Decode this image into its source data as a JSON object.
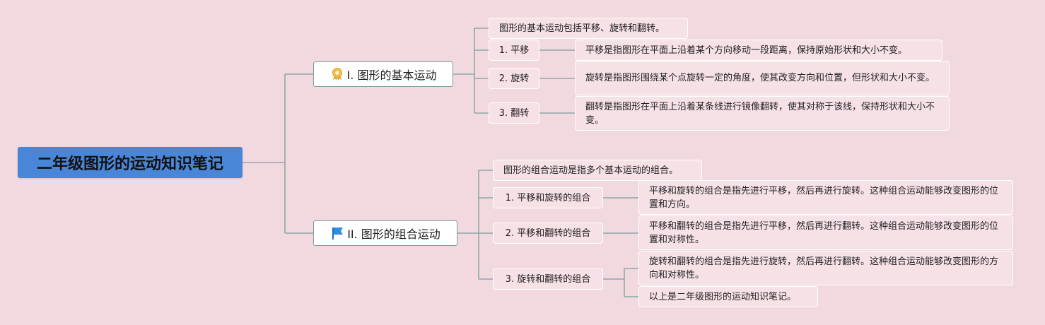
{
  "root": {
    "label": "二年级图形的运动知识笔记"
  },
  "branch1": {
    "label": "I. 图形的基本运动",
    "icon": "award-badge-icon",
    "intro": "图形的基本运动包括平移、旋转和翻转。",
    "items": [
      {
        "label": "1. 平移",
        "detail": "平移是指图形在平面上沿着某个方向移动一段距离，保持原始形状和大小不变。"
      },
      {
        "label": "2. 旋转",
        "detail": "旋转是指图形围绕某个点旋转一定的角度，使其改变方向和位置，但形状和大小不变。"
      },
      {
        "label": "3. 翻转",
        "detail": "翻转是指图形在平面上沿着某条线进行镜像翻转，使其对称于该线，保持形状和大小不变。"
      }
    ]
  },
  "branch2": {
    "label": "II. 图形的组合运动",
    "icon": "flag-icon",
    "intro": "图形的组合运动是指多个基本运动的组合。",
    "items": [
      {
        "label": "1. 平移和旋转的组合",
        "detail": "平移和旋转的组合是指先进行平移，然后再进行旋转。这种组合运动能够改变图形的位置和方向。"
      },
      {
        "label": "2. 平移和翻转的组合",
        "detail": "平移和翻转的组合是指先进行平移，然后再进行翻转。这种组合运动能够改变图形的位置和对称性。"
      },
      {
        "label": "3. 旋转和翻转的组合",
        "detail": "旋转和翻转的组合是指先进行旋转，然后再进行翻转。这种组合运动能够改变图形的方向和对称性。",
        "extra": "以上是二年级图形的运动知识笔记。"
      }
    ]
  },
  "colors": {
    "background": "#f2d8df",
    "root_fill": "#4a86d8",
    "connector": "#7a9e9a",
    "leaf_fill": "#f6e1e7",
    "branch_fill": "#ffffff"
  }
}
